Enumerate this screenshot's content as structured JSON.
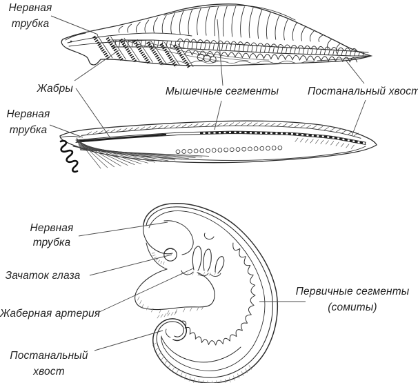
{
  "page": {
    "background": "#ffffff",
    "ink_color": "#2d2d2d",
    "leader_color": "#4a4a4a"
  },
  "labels": {
    "neural_tube_top": {
      "text": "Нервная трубка",
      "line1": "Нервная",
      "line2": "трубка"
    },
    "gills": {
      "text": "Жабры"
    },
    "muscle_segments": {
      "text": "Мышечные сегменты"
    },
    "postanal_tail_top": {
      "text": "Постанальный хвост"
    },
    "neural_tube_middle": {
      "text": "Нервная трубка",
      "line1": "Нервная",
      "line2": "трубка"
    },
    "neural_tube_embryo": {
      "text": "Нервная трубка",
      "line1": "Нервная",
      "line2": "трубка"
    },
    "eye_rudiment": {
      "text": "Зачаток глаза"
    },
    "gill_artery": {
      "text": "Жаберная артерия"
    },
    "postanal_tail_embryo": {
      "text": "Постанальный хвост",
      "line1": "Постанальный",
      "line2": "хвост"
    },
    "primary_segments": {
      "text": "Первичные сегменты (сомиты)",
      "line1": "Первичные сегменты",
      "line2": "(сомиты)"
    }
  }
}
